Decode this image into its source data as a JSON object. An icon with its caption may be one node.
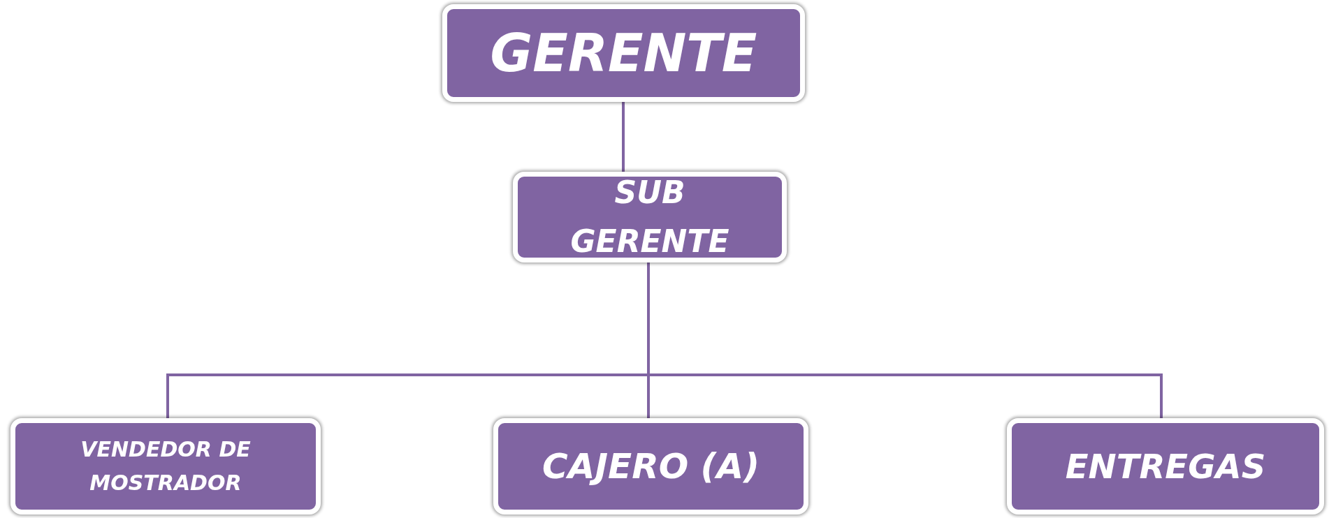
{
  "diagram": {
    "nodes": [
      {
        "text": [
          "GERENTE"
        ]
      },
      {
        "text": [
          "SUB GERENTE"
        ]
      },
      {
        "text": [
          "VENDEDOR DE MOSTRADOR"
        ]
      },
      {
        "text": [
          "CAJERO (A)"
        ]
      },
      {
        "text": [
          "ENTREGAS"
        ]
      }
    ],
    "edges": [
      {
        "from": 0,
        "to": 1,
        "arrow": "none"
      },
      {
        "from": 1,
        "to": 2,
        "arrow": "none"
      },
      {
        "from": 1,
        "to": 3,
        "arrow": "none"
      },
      {
        "from": 1,
        "to": 4,
        "arrow": "none"
      }
    ]
  }
}
